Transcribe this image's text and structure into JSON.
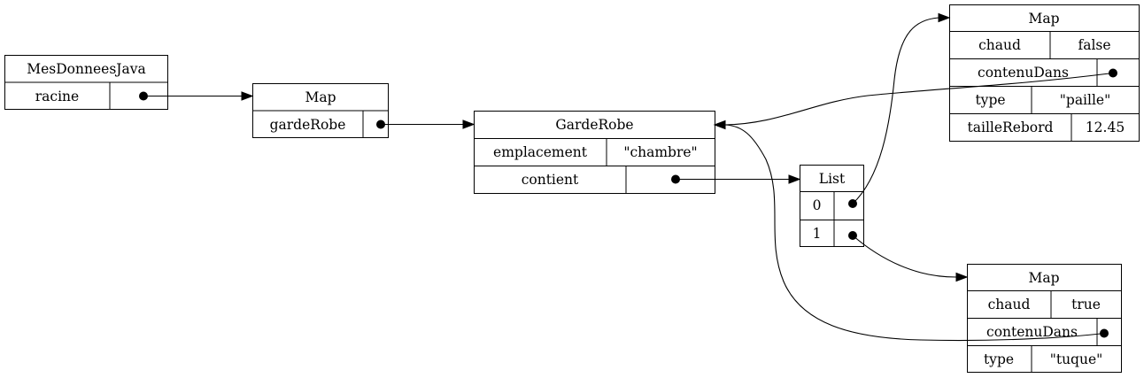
{
  "nodes": {
    "mesdonnees": {
      "title": "MesDonneesJava",
      "rows": [
        {
          "key": "racine"
        }
      ]
    },
    "map_racine": {
      "title": "Map",
      "rows": [
        {
          "key": "gardeRobe"
        }
      ]
    },
    "garderobe": {
      "title": "GardeRobe",
      "rows": [
        {
          "key": "emplacement",
          "value": "\"chambre\""
        },
        {
          "key": "contient"
        }
      ]
    },
    "list": {
      "title": "List",
      "rows": [
        {
          "key": "0"
        },
        {
          "key": "1"
        }
      ]
    },
    "map_paille": {
      "title": "Map",
      "rows": [
        {
          "key": "chaud",
          "value": "false"
        },
        {
          "key": "contenuDans"
        },
        {
          "key": "type",
          "value": "\"paille\""
        },
        {
          "key": "tailleRebord",
          "value": "12.45"
        }
      ]
    },
    "map_tuque": {
      "title": "Map",
      "rows": [
        {
          "key": "chaud",
          "value": "true"
        },
        {
          "key": "contenuDans"
        },
        {
          "key": "type",
          "value": "\"tuque\""
        }
      ]
    }
  },
  "edges": [
    {
      "from": "mesdonnees.racine",
      "to": "map_racine"
    },
    {
      "from": "map_racine.gardeRobe",
      "to": "garderobe"
    },
    {
      "from": "garderobe.contient",
      "to": "list"
    },
    {
      "from": "list.0",
      "to": "map_paille"
    },
    {
      "from": "list.1",
      "to": "map_tuque"
    },
    {
      "from": "map_paille.contenuDans",
      "to": "garderobe"
    },
    {
      "from": "map_tuque.contenuDans",
      "to": "garderobe"
    }
  ]
}
